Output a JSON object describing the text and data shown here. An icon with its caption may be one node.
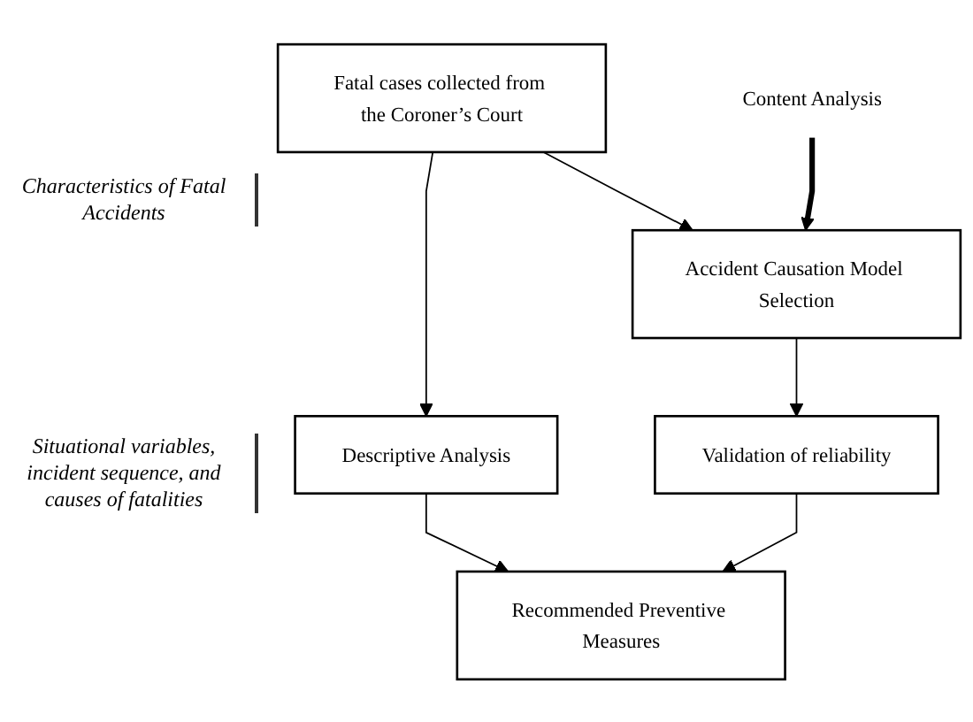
{
  "diagram": {
    "nodes": [
      {
        "text": [
          "Fatal cases collected from the Coroner’s Court"
        ]
      },
      {
        "text": [
          "Descriptive Analysis"
        ]
      },
      {
        "text": [
          "Accident Causation Model Selection"
        ]
      },
      {
        "text": [
          "Validation of reliability"
        ]
      },
      {
        "text": [
          "Recommended Preventive Measures"
        ]
      },
      {
        "text": [
          "Content Analysis"
        ]
      }
    ],
    "edges": [
      {
        "from": 0,
        "to": 1,
        "arrow": "to"
      },
      {
        "from": 0,
        "to": 2,
        "arrow": "to"
      },
      {
        "from": 1,
        "to": 4,
        "arrow": "to"
      },
      {
        "from": 2,
        "to": 3,
        "arrow": "to"
      },
      {
        "from": 3,
        "to": 4,
        "arrow": "to"
      },
      {
        "from": 5,
        "to": 2,
        "arrow": "to",
        "style": "thick"
      }
    ],
    "labels": [
      "Characteristics of Fatal Accidents",
      "Situational variables, incident sequence, and causes of fatalities"
    ]
  }
}
